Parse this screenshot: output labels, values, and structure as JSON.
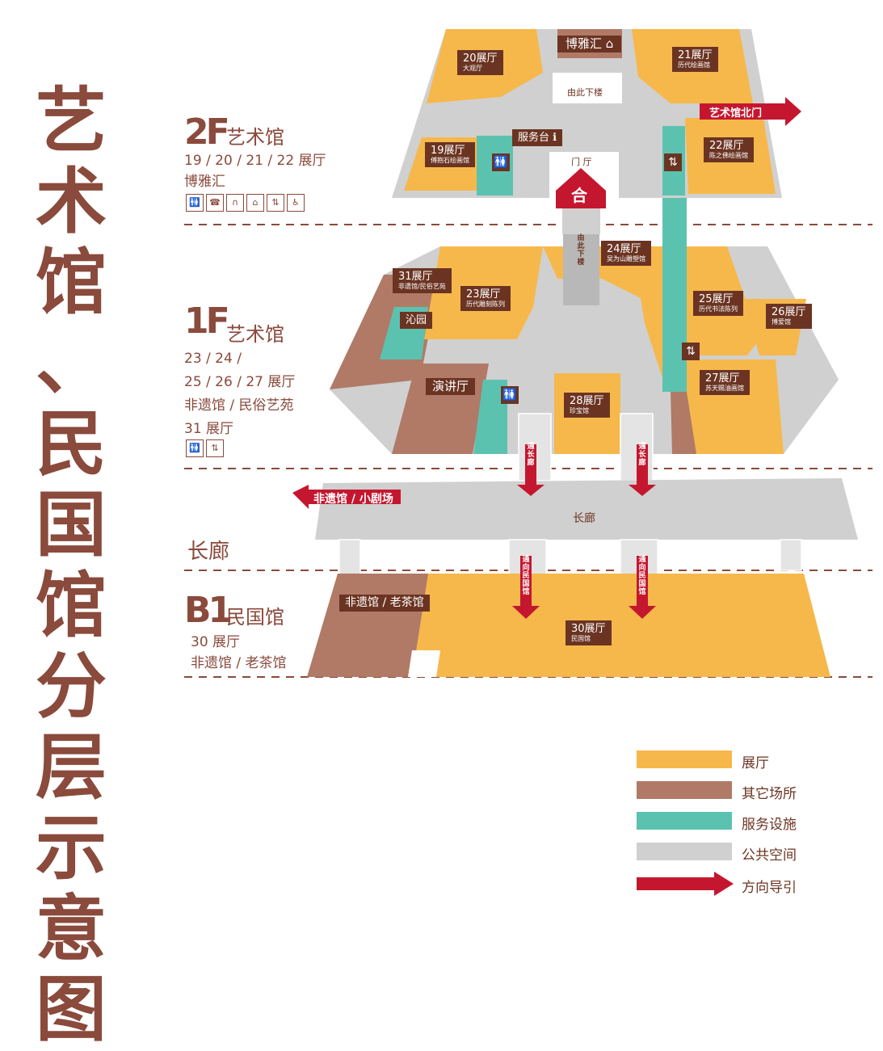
{
  "title_chars": [
    "艺",
    "术",
    "馆",
    "、",
    "民",
    "国",
    "馆",
    "分",
    "层",
    "示",
    "意",
    "图"
  ],
  "colors": {
    "exhibition": "#f6b84b",
    "other": "#b07a67",
    "service": "#5cc2b0",
    "public": "#d0d0d0",
    "arrow": "#c4172f",
    "text": "#8a4a3c",
    "label_bg": "#6b3422"
  },
  "floors": {
    "f2": {
      "code": "2F",
      "name": "艺术馆",
      "info": [
        "19 / 20 / 21 / 22 展厅",
        "博雅汇"
      ],
      "icons": [
        "toilet-icon",
        "phone-icon",
        "headphone-icon",
        "shop-icon",
        "elevator-icon",
        "accessible-toilet-icon"
      ]
    },
    "f1": {
      "code": "1F",
      "name": "艺术馆",
      "info": [
        "23 / 24 /",
        "25 / 26 / 27 展厅",
        "非遗馆 / 民俗艺苑",
        "31 展厅"
      ],
      "icons": [
        "toilet-icon",
        "elevator-icon"
      ]
    },
    "corridor": {
      "name": "长廊"
    },
    "b1": {
      "code": "B1",
      "name": "民国馆",
      "info": [
        "30 展厅",
        "非遗馆 / 老茶馆"
      ]
    }
  },
  "halls": {
    "h20": {
      "name": "20展厅",
      "sub": "大观厅"
    },
    "boya": {
      "name": "博雅汇"
    },
    "h21": {
      "name": "21展厅",
      "sub": "历代绘画馆"
    },
    "down_here": {
      "name": "由此下楼"
    },
    "h19": {
      "name": "19展厅",
      "sub": "傅抱石绘画馆"
    },
    "service_desk": {
      "name": "服务台"
    },
    "h22": {
      "name": "22展厅",
      "sub": "陈之佛绘画馆"
    },
    "lobby": {
      "name": "门 厅"
    },
    "north_gate": {
      "name": "艺术馆北门"
    },
    "h24": {
      "name": "24展厅",
      "sub": "吴为山雕塑馆"
    },
    "down_here_v": {
      "name": "由此下楼"
    },
    "h31": {
      "name": "31展厅",
      "sub": "非遗馆/民俗艺苑"
    },
    "h23": {
      "name": "23展厅",
      "sub": "历代雕刻陈列"
    },
    "qinyuan": {
      "name": "沁园"
    },
    "h25": {
      "name": "25展厅",
      "sub": "历代书法陈列"
    },
    "h26": {
      "name": "26展厅",
      "sub": "博爱馆"
    },
    "lecture": {
      "name": "演讲厅"
    },
    "h27": {
      "name": "27展厅",
      "sub": "苏天赐油画馆"
    },
    "h28": {
      "name": "28展厅",
      "sub": "珍宝馆"
    },
    "to_corr_l": {
      "name": "通长廊"
    },
    "to_corr_r": {
      "name": "通长廊"
    },
    "intangible_theater": {
      "name": "非遗馆 / 小剧场"
    },
    "corridor_label": {
      "name": "长廊"
    },
    "to_minguo_l": {
      "name": "通向民国馆"
    },
    "to_minguo_r": {
      "name": "通向民国馆"
    },
    "teahouse": {
      "name": "非遗馆 / 老茶馆"
    },
    "h30": {
      "name": "30展厅",
      "sub": "民国馆"
    }
  },
  "legend": [
    {
      "label": "展厅",
      "color": "#f6b84b",
      "kind": "swatch"
    },
    {
      "label": "其它场所",
      "color": "#b07a67",
      "kind": "swatch"
    },
    {
      "label": "服务设施",
      "color": "#5cc2b0",
      "kind": "swatch"
    },
    {
      "label": "公共空间",
      "color": "#d0d0d0",
      "kind": "swatch"
    },
    {
      "label": "方向导引",
      "color": "#c4172f",
      "kind": "arrow"
    }
  ]
}
